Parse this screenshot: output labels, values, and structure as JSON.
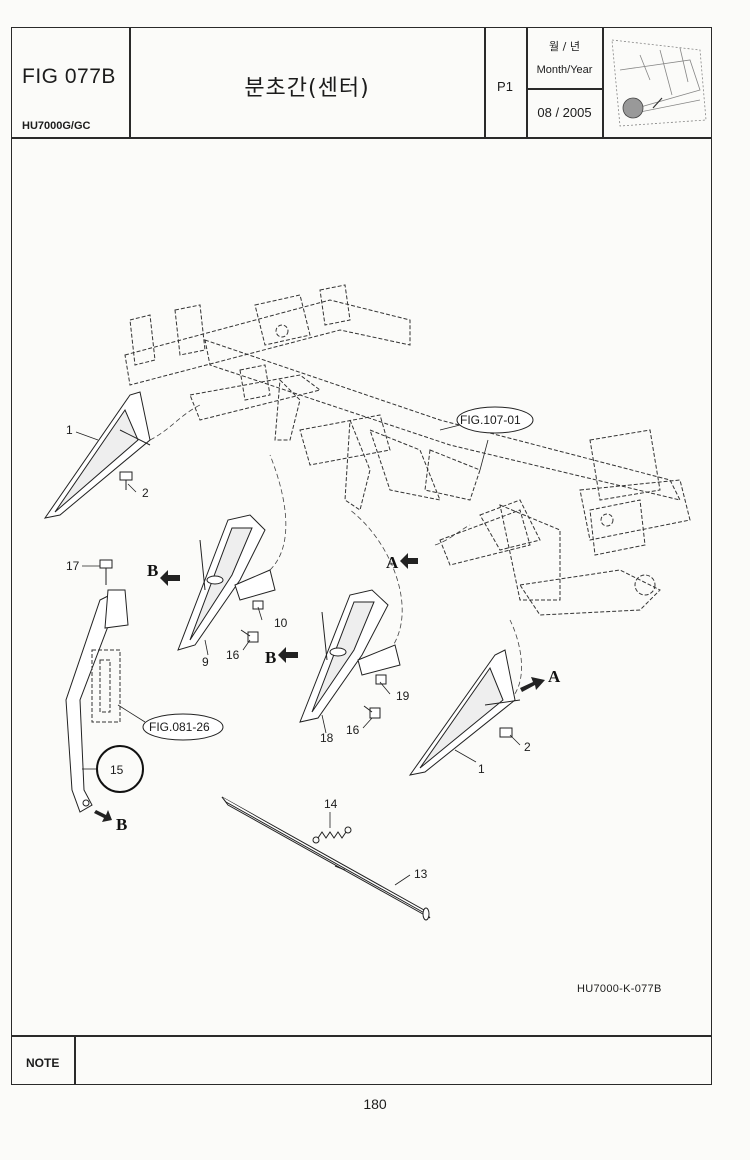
{
  "header": {
    "fig_id": "FIG 077B",
    "model": "HU7000G/GC",
    "title": "분초간(센터)",
    "page_code": "P1",
    "month_year_ko": "월 / 년",
    "month_year_en": "Month/Year",
    "date": "08 / 2005"
  },
  "callouts": {
    "c1a": "1",
    "c1b": "1",
    "c2a": "2",
    "c2b": "2",
    "c9": "9",
    "c10": "10",
    "c13": "13",
    "c14": "14",
    "c15": "15",
    "c16a": "16",
    "c16b": "16",
    "c17": "17",
    "c18": "18",
    "c19": "19",
    "ref_fig107": "FIG.107-01",
    "ref_fig081": "FIG.081-26",
    "arrow_a1": "A",
    "arrow_a2": "A",
    "arrow_b1": "B",
    "arrow_b2": "B",
    "arrow_b3": "B"
  },
  "drawing_code": "HU7000-K-077B",
  "note_label": "NOTE",
  "page_number": "180"
}
